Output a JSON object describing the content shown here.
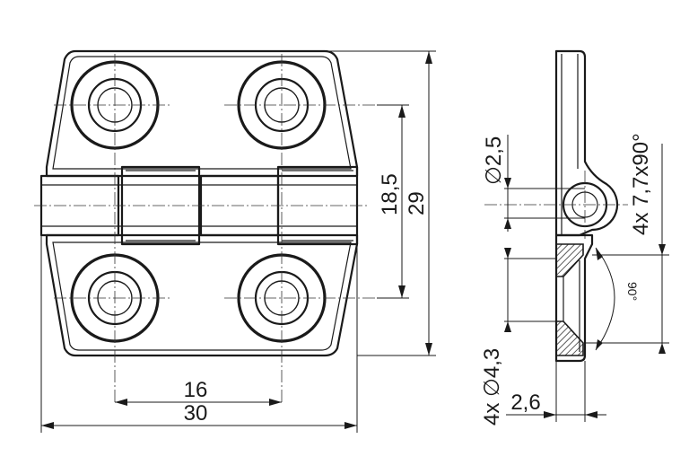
{
  "dimensions": {
    "pitch_horizontal": "16",
    "overall_width": "30",
    "hole_pitch_vertical": "18,5",
    "overall_height": "29",
    "pin_diameter": "∅2,5",
    "countersink": "4x 7,7x90°",
    "hole_diameter": "4x ∅4,3",
    "thickness": "2,6",
    "angle": "90°"
  }
}
